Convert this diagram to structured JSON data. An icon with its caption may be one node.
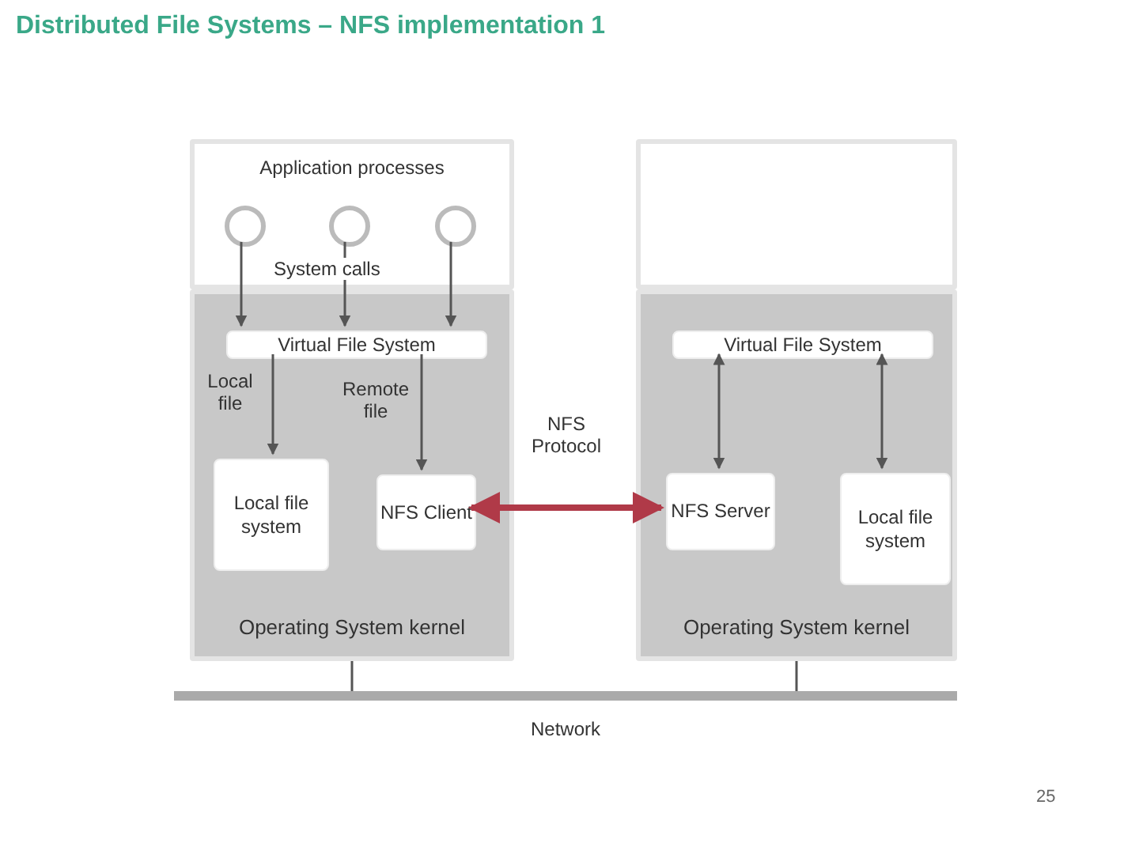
{
  "diagram": {
    "title": "Distributed File Systems – NFS implementation 1",
    "nodes": [
      {
        "text": [
          "Application processes"
        ]
      },
      {
        "text": [],
        "shape": "circle",
        "in": 0
      },
      {
        "text": [],
        "shape": "circle",
        "in": 0
      },
      {
        "text": [],
        "shape": "circle",
        "in": 0
      },
      {
        "text": [
          "Operating System kernel"
        ]
      },
      {
        "text": [
          "Virtual File System"
        ],
        "in": 4
      },
      {
        "text": [
          "Local file system"
        ],
        "in": 4
      },
      {
        "text": [
          "NFS Client"
        ],
        "in": 4
      },
      {
        "text": [],
        "shape": "box"
      },
      {
        "text": [
          "Operating System kernel"
        ]
      },
      {
        "text": [
          "Virtual File System"
        ],
        "in": 9
      },
      {
        "text": [
          "NFS Server"
        ],
        "in": 9
      },
      {
        "text": [
          "Local file system"
        ],
        "in": 9
      },
      {
        "text": [
          "Network"
        ]
      }
    ],
    "edges": [
      {
        "from": 1,
        "to": 5,
        "arrow": "to"
      },
      {
        "from": 2,
        "to": 5,
        "arrow": "to"
      },
      {
        "from": 3,
        "to": 5,
        "arrow": "to"
      },
      {
        "from": 5,
        "to": 6,
        "arrow": "to",
        "label": "Local file"
      },
      {
        "from": 5,
        "to": 7,
        "arrow": "to",
        "label": "Remote file"
      },
      {
        "from": 7,
        "to": 11,
        "arrow": "both",
        "label": "NFS Protocol",
        "style": "thick",
        "color": "#b03a48"
      },
      {
        "from": 10,
        "to": 11,
        "arrow": "both"
      },
      {
        "from": 10,
        "to": 12,
        "arrow": "both"
      },
      {
        "from": 4,
        "to": 13,
        "arrow": "none"
      },
      {
        "from": 9,
        "to": 13,
        "arrow": "none"
      }
    ],
    "labels": [
      "System calls",
      "25"
    ]
  }
}
